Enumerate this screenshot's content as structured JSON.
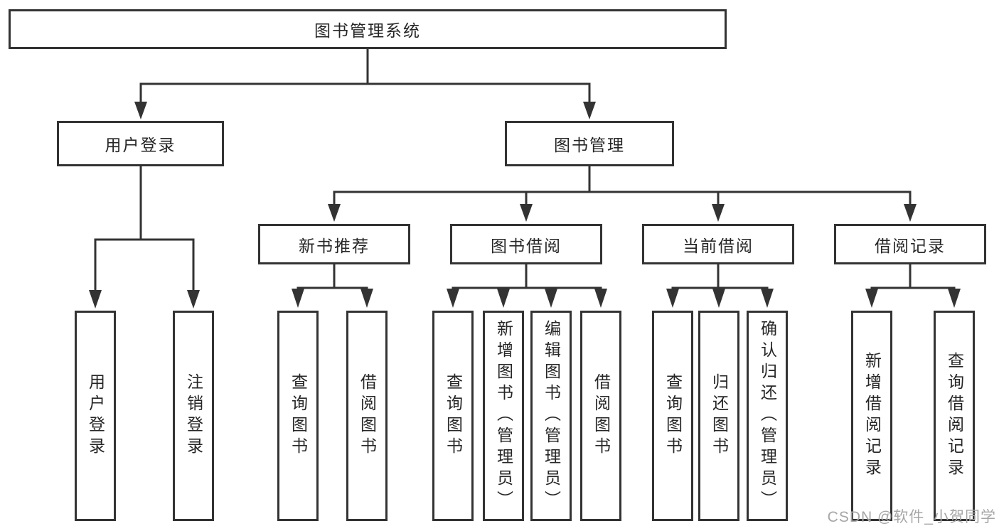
{
  "page": {
    "background": "#ffffff"
  },
  "colors": {
    "line": "#333333",
    "box_border": "#333333",
    "text": "#262626",
    "watermark": "#a6a6a6"
  },
  "tree": {
    "root": {
      "label": "图书管理系统"
    },
    "user_login_branch": {
      "label": "用户登录",
      "children": [
        {
          "label": "用户登录"
        },
        {
          "label": "注销登录"
        }
      ]
    },
    "book_management_branch": {
      "label": "图书管理",
      "groups": [
        {
          "label": "新书推荐",
          "children": [
            {
              "label": "查询图书"
            },
            {
              "label": "借阅图书"
            }
          ]
        },
        {
          "label": "图书借阅",
          "children": [
            {
              "label": "查询图书"
            },
            {
              "label": "新增图书（管理员）"
            },
            {
              "label": "编辑图书（管理员）"
            },
            {
              "label": "借阅图书"
            }
          ]
        },
        {
          "label": "当前借阅",
          "children": [
            {
              "label": "查询图书"
            },
            {
              "label": "归还图书"
            },
            {
              "label": "确认归还（管理员）"
            }
          ]
        },
        {
          "label": "借阅记录",
          "children": [
            {
              "label": "新增借阅记录"
            },
            {
              "label": "查询借阅记录"
            }
          ]
        }
      ]
    }
  },
  "watermark": {
    "text": "CSDN @软件_小贺同学"
  }
}
